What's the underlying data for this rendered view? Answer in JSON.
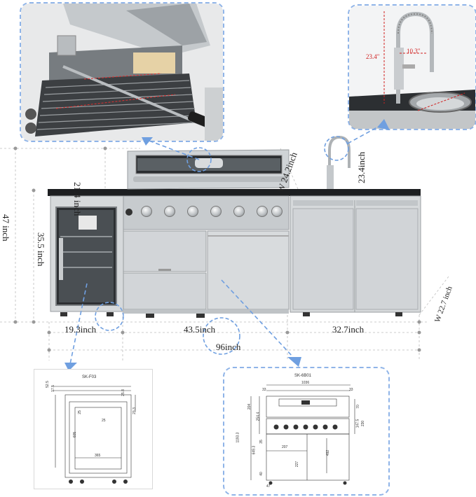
{
  "dimensions": {
    "grill_hood_height": "21.4 inch",
    "grill_depth": "W 24.2inch",
    "faucet_height_main": "23.4inch",
    "total_height": "47 inch",
    "cabinet_height": "35.5 inch",
    "cabinet_depth": "W 22.7 inch",
    "fridge_width": "19.3inch",
    "grill_width": "43.5inch",
    "sink_width": "32.7inch",
    "total_width": "96inch"
  },
  "faucet_inset": {
    "height_label": "23.4\"",
    "reach_label": "10.3\""
  },
  "fridge_drawing": {
    "model": "SK-F03",
    "labels": [
      "52.5",
      "17.5",
      "25.8",
      "23.3",
      "25",
      "25",
      "605",
      "365"
    ]
  },
  "grill_drawing": {
    "model": "SK-6B01",
    "labels": [
      "1036",
      "33",
      "33",
      "204",
      "70",
      "254.4",
      "147.5",
      "230",
      "1193.3",
      "649.3",
      "207",
      "492",
      "227",
      "35",
      "40",
      "47"
    ]
  },
  "colors": {
    "accent": "#6f9fe0",
    "inset_border": "#8fb4e8",
    "steel": "#cfd3d6"
  }
}
